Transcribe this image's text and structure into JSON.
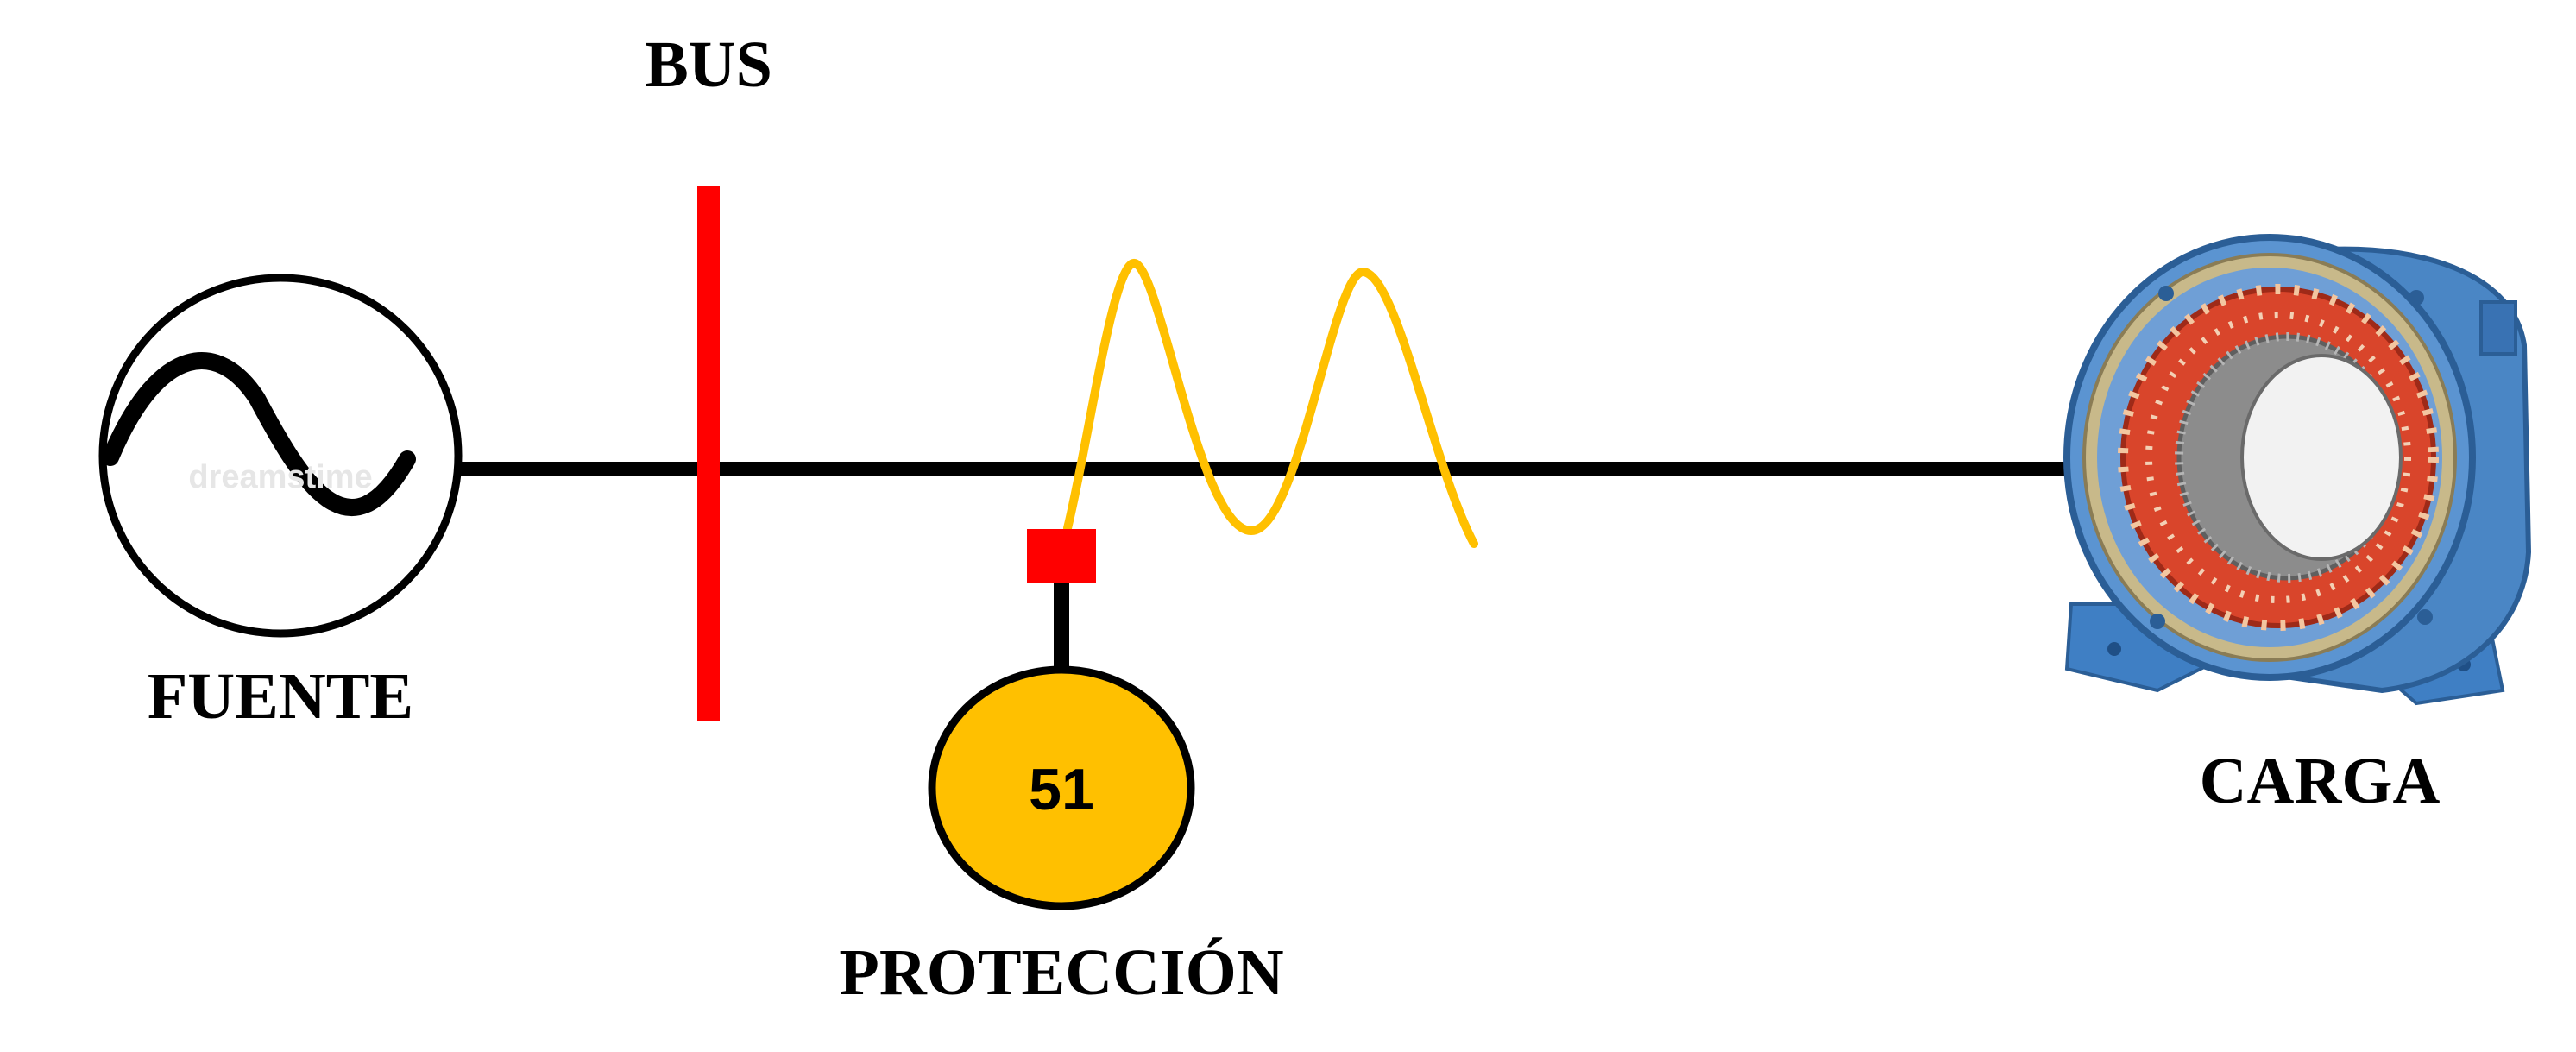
{
  "diagram": {
    "labels": {
      "bus": "BUS",
      "source": "FUENTE",
      "protection": "PROTECCIÓN",
      "relay_code": "51",
      "load": "CARGA"
    },
    "watermark": "dreamstime",
    "icons": {
      "source": "ac-source-icon",
      "relay": "overcurrent-relay-icon",
      "current_transformer": "current-transformer-icon",
      "load": "electric-motor-stator-icon"
    },
    "colors": {
      "line": "#000000",
      "bus": "#ff0000",
      "current_transformer": "#ff0000",
      "waveform": "#ffc000",
      "relay_fill": "#ffc000",
      "motor_housing": "#4a86c5",
      "motor_winding": "#d9452b",
      "motor_core": "#8c8c8c"
    }
  }
}
